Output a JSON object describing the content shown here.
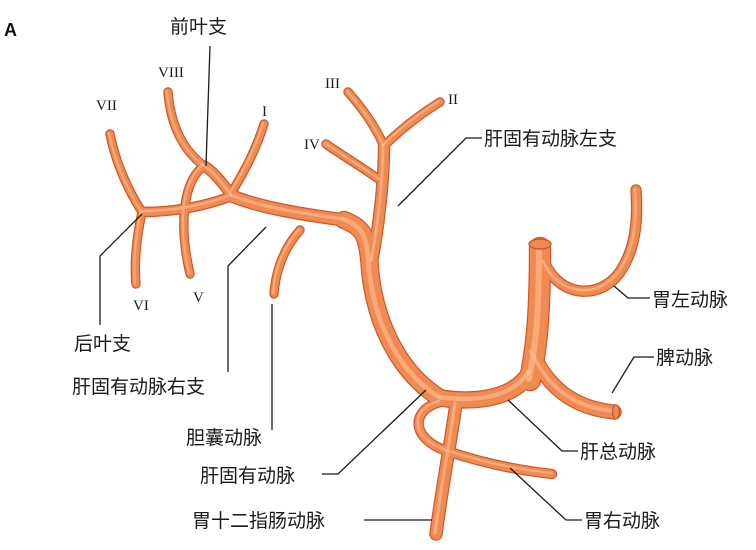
{
  "panel_letter": "A",
  "colors": {
    "vessel_fill": "#f08a52",
    "vessel_edge": "#c85a26",
    "vessel_highlight": "#ffc49a",
    "text": "#1a1a1a"
  },
  "labels": {
    "anterior_branch": "前叶支",
    "posterior_branch": "后叶支",
    "left_hepatic": "肝固有动脉左支",
    "right_hepatic": "肝固有动脉右支",
    "left_gastric": "胃左动脉",
    "splenic": "脾动脉",
    "common_hepatic": "肝总动脉",
    "cystic": "胆囊动脉",
    "proper_hepatic": "肝固有动脉",
    "gastroduodenal": "胃十二指肠动脉",
    "right_gastric": "胃右动脉"
  },
  "segments": {
    "s1": "I",
    "s2": "II",
    "s3": "III",
    "s4": "IV",
    "s5": "V",
    "s6": "VI",
    "s7": "VII",
    "s8": "VIII"
  }
}
